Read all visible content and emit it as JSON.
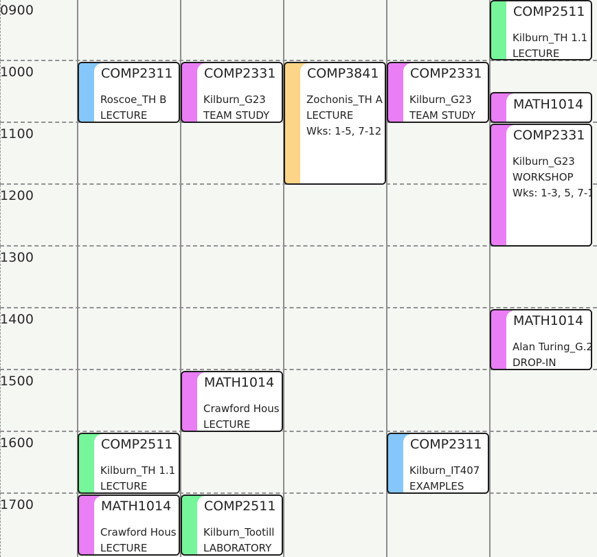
{
  "times": [
    "0900",
    "1000",
    "1100",
    "1200",
    "1300",
    "1400",
    "1500",
    "1600",
    "1700"
  ],
  "colors": {
    "blue": "#86c7fb",
    "pink": "#e97ef5",
    "orange": "#fcd588",
    "green": "#76f59a"
  },
  "events": [
    {
      "code": "COMP2511",
      "room": "Kilburn_TH 1.1",
      "type": "LECTURE",
      "weeks": "",
      "color": "green"
    },
    {
      "code": "COMP2311",
      "room": "Roscoe_TH B",
      "type": "LECTURE",
      "weeks": "",
      "color": "blue"
    },
    {
      "code": "COMP2331",
      "room": "Kilburn_G23",
      "type": "TEAM STUDY",
      "weeks": "",
      "color": "pink"
    },
    {
      "code": "COMP3841",
      "room": "Zochonis_TH A",
      "type": "LECTURE",
      "weeks": "Wks: 1-5, 7-12",
      "color": "orange"
    },
    {
      "code": "COMP2331",
      "room": "Kilburn_G23",
      "type": "TEAM STUDY",
      "weeks": "",
      "color": "pink"
    },
    {
      "code": "MATH1014",
      "room": "",
      "type": "",
      "weeks": "",
      "color": "pink"
    },
    {
      "code": "COMP2331",
      "room": "Kilburn_G23",
      "type": "WORKSHOP",
      "weeks": "Wks: 1-3, 5, 7-1",
      "color": "pink"
    },
    {
      "code": "MATH1014",
      "room": "Alan Turing_G.2",
      "type": "DROP-IN",
      "weeks": "",
      "color": "pink"
    },
    {
      "code": "MATH1014",
      "room": "Crawford Hous",
      "type": "LECTURE",
      "weeks": "",
      "color": "pink"
    },
    {
      "code": "COMP2511",
      "room": "Kilburn_TH 1.1",
      "type": "LECTURE",
      "weeks": "",
      "color": "green"
    },
    {
      "code": "COMP2311",
      "room": "Kilburn_IT407",
      "type": "EXAMPLES",
      "weeks": "",
      "color": "blue"
    },
    {
      "code": "MATH1014",
      "room": "Crawford Hous",
      "type": "LECTURE",
      "weeks": "",
      "color": "pink"
    },
    {
      "code": "COMP2511",
      "room": "Kilburn_Tootill",
      "type": "LABORATORY",
      "weeks": "",
      "color": "green"
    }
  ]
}
